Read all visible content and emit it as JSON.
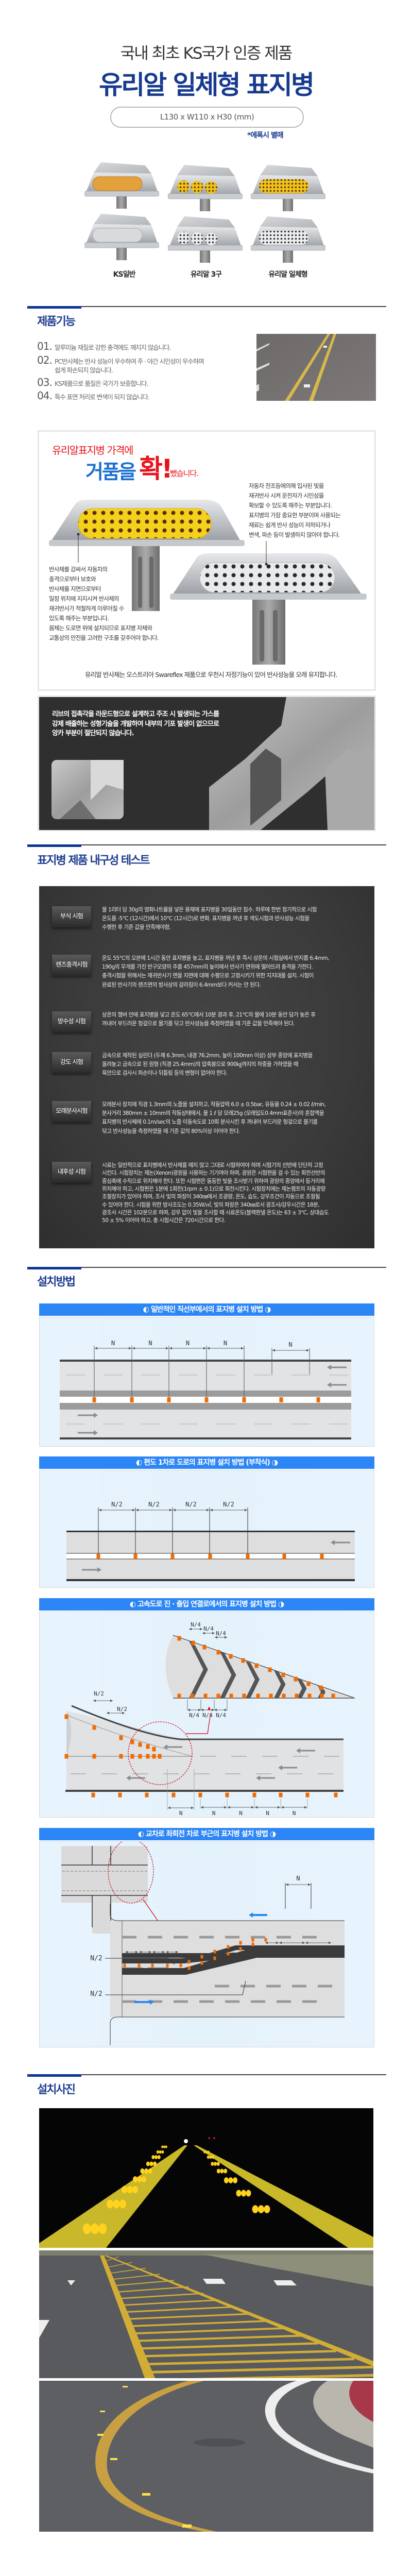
{
  "header": {
    "subtitle": "국내 최초 KS국가 인증 제품",
    "title": "유리알 일체형 표지병",
    "dimensions": "L130 x W110 x H30 (mm)",
    "note": "*에폭시 별매"
  },
  "products": [
    {
      "label": "KS일반"
    },
    {
      "label": "유리알 3구"
    },
    {
      "label": "유리알 일체형"
    }
  ],
  "features": {
    "heading": "제품기능",
    "items": [
      {
        "num": "01.",
        "lines": [
          "알루미늄 재질로 강한 충격에도 깨지지 않습니다."
        ]
      },
      {
        "num": "02.",
        "lines": [
          "PC반사체는 반사 성능이 우수하여 주 · 야간 시인성이 우수하며",
          "쉽게 파손되지 않습니다."
        ]
      },
      {
        "num": "03.",
        "lines": [
          "KS제품으로 품질은 국가가 보증합니다."
        ]
      },
      {
        "num": "04.",
        "lines": [
          "특수 표면 처리로 변색이 되지 않습니다."
        ]
      }
    ]
  },
  "promo": {
    "line1": "유리알표지병 가격에",
    "bubble": "거품을",
    "pop": "확!",
    "end": "뺐습니다.",
    "reflector_callout": [
      "자동차 전조등에의해 입사된 빛을",
      "재귀반사 시켜 운전자가 시인성을",
      "확보할 수 있도록 해주는 부분입니다.",
      "표지병의 가장 중요한 부분이며 사용되는",
      "재료는 쉽게 반사 성능이 저하되거나",
      "변색, 파손 등이 발생하지 않아야 합니다."
    ],
    "body_callout": [
      "반사체를 감싸서 자동차의",
      "충격으로부터 보호와",
      "반사체를 지면으로부터",
      "일정 위치에 지지시켜 반사체의",
      "재귀반사가 적절하게 이루어질 수",
      "있도록 해주는 부분입니다.",
      "몸체는 도로면 위에 설치되므로 표지병 자체와",
      "교통상의 안전을 고려한 구조를 갖추어야 합니다."
    ],
    "footer": "유리알 반사체는 오스트리아 Swareflex 제품으로 우천시 자정기능이 있어 반사성능을 오래 유지합니다."
  },
  "anchor": {
    "lines": [
      "리브의 접촉각을 라운드형으로 설계하고 주조 시 발생되는 가스를",
      "강제 배출하는 성형기술을 개발하여 내부의 기포 발생이 없으므로",
      "앙카 부분이 절단되지 않습니다."
    ]
  },
  "tests": {
    "heading": "표지병 제품 내구성 테스트",
    "items": [
      {
        "label": "부식 시험",
        "lines": [
          "물 1리터 당 30g의 염화나트륨을 넣은 용재에 표지병을 30일동안 침수.  하루에 한번 정기적으로 시험",
          "온도를 -5℃ (12시간)에서 10℃ (12시간)로 변화. 표지병을 꺼낸 후 색도시험과 반사성능 시험을",
          "수행한 후 기준 값을 만족해야함."
        ]
      },
      {
        "label": "렌즈충격시험",
        "lines": [
          "온도 55℃의 오븐에 1시간 동안 표지병을 놓고, 표지병을 꺼낸 후 즉시 상온의 시험실에서  반지름 6.4mm,",
          "190g의 무게를 가진 반구모양의 추를 457mm의 높이에서 반사기 면위에 떨어뜨려 충격을 가한다.",
          "충격시험을 위해서는 재귀반사기 면을 지면에 대해 수평으로 고정시키기 위한 지지대를 설치.  시험이",
          "완료된 반사기의 렌즈면의 방사상의 갈라짐이 6.4mm보다 커서는 안 된다."
        ]
      },
      {
        "label": "방수성 시험",
        "lines": [
          "상온의 챔버 안에 표지병을 넣고 온도 65℃에서 10분 경과 후, 21℃의 물에 10분 동안 담가 놓은 후",
          "꺼내어  부드러운 헝겊으로 물기를 닦고 반사성능을 측정하였을 때 기준 값을 만족해야 된다."
        ]
      },
      {
        "label": "강도 시험",
        "lines": [
          "금속으로 제작된 실린더 (두께 6.3mm, 내경 76.2mm, 높이 100mm 이상) 상부 중앙에 표지병을",
          "올려놓고  금속으로 된 원형 (직경 25.4mm)의 압축봉으로 900㎏까지의 하중을 가하였을 때",
          "육안으로 검사시  파손이나 뒤틀림 등의 변형이 없어야 한다."
        ]
      },
      {
        "label": "모래분사시험",
        "lines": [
          "모래분사 장치에 직경 1.3mm의 노즐을 설치하고, 작동압력 6.0 ± 0.5bar, 유동율 0.24 ± 0.02 ℓ/min,",
          "분사거리 380mm ± 10mm의 작동상태에서, 물 1 ℓ 당 모래25g (모래입도0.4mm표준사)의 혼합액을",
          "표지병의 반사체에 0.1m/sec의  노즐 이동속도로 10회 분사시킨 후 꺼내어 부드러운 헝겊으로 물기를",
          "닦고 반사성능을 측정하였을 때 기준 값의 80%이상 이어야 한다."
        ]
      },
      {
        "label": "내후성 시험",
        "lines": [
          "시료는 일반적으로 표지병에서 반사체를 떼지 않고 그대로 시험하여야 하며 시험기의 선반에 단단히  고정",
          "시킨다.  시험장치는 제논(Xenon)광원을 사용하는 기기여야 하며, 광원은 시험편을 걸 수 있는 회전선반의",
          "중심축에 수직으로 위치해야 한다. 또한 시험편은 동등한 빛을 조사받기 위하여 광원의 중앙에서 등거리에",
          "위치해야 하고, 시험편은 1분에 1회전(1rpm ± 0.1)으로 회전시킨다. 시험장치에는 제논램프의 자동광량",
          "조절장치가 있어야 하며, 조사 빛의 파장이 340㎚에서 조광량, 온도,  습도, 강우조건이 자동으로 조절될",
          "수 있어야 한다.  시험을 위한 방사조도는 0.35W/㎡, 빛의 파장은 340㎚로서 광조사/강우시간은 18분,",
          "광조사 시간은 102분으로 하며, 강우 없이 빛을 조사할 때 시료온도(블랙판넬 온도)는 63 ± 3℃,  상대습도",
          "50 ± 5% 이어야 하고, 총 시험시간은 720시간으로 한다."
        ]
      }
    ]
  },
  "install": {
    "heading": "설치방법",
    "diagrams": [
      {
        "title": "◐ 일반적인 직선부에서의 표지병 설치 방법 ◑"
      },
      {
        "title": "◐ 편도 1차로 도로의 표지병 설치 방법 (부착식) ◑"
      },
      {
        "title": "◐ 고속도로 진 · 출입 연결로에서의 표지병 설치 방법 ◑"
      },
      {
        "title": "◐ 교차로 좌회전 차로 부근의 표지병 설치 방법 ◑"
      }
    ],
    "labels": {
      "n": "N",
      "n2": "N/2",
      "n4": "N/4"
    }
  },
  "photos": {
    "heading": "설치사진"
  },
  "colors": {
    "brand_blue": "#173a8f",
    "banner_blue": "#2c86f5",
    "marker_orange": "#f26b00",
    "promo_red": "#e8141b",
    "promo_blue": "#1a6fd0",
    "test_panel": "#3a3a3a"
  }
}
